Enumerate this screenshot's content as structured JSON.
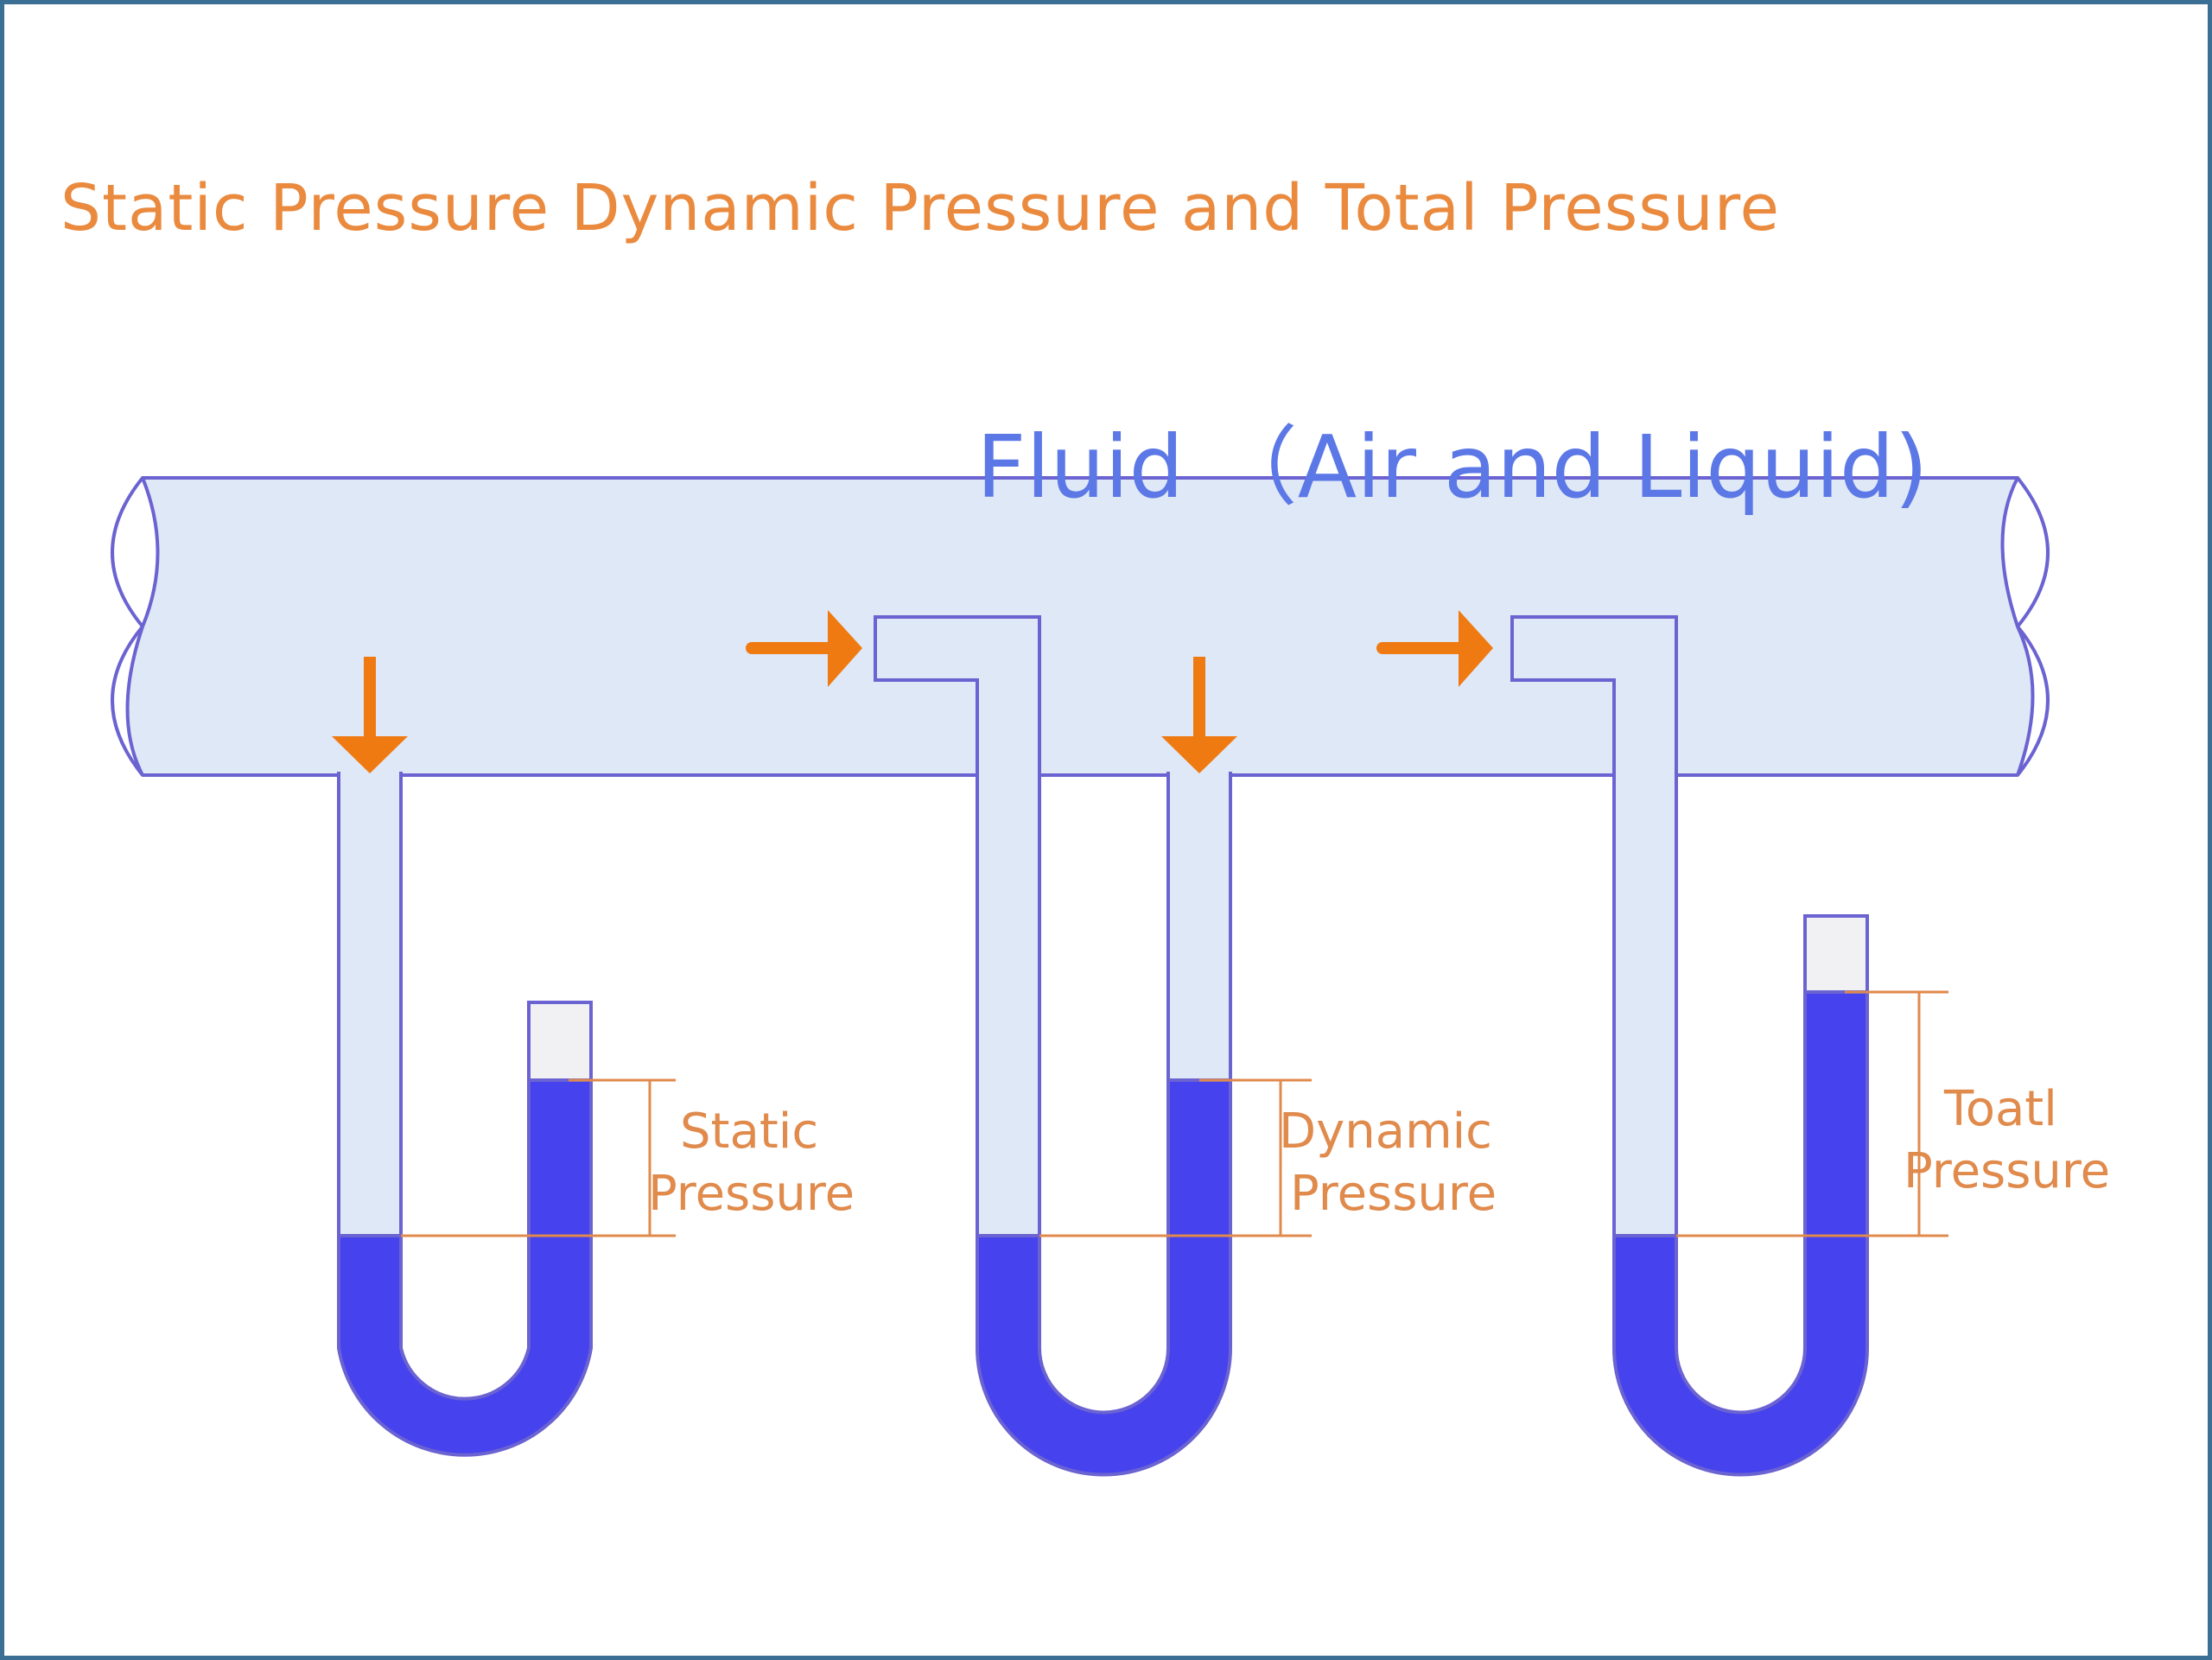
{
  "title": "Static Pressure Dynamic Pressure and Total Pressure",
  "pipe_label": "Fluid （Air and Liquid)",
  "manometers": [
    {
      "label_line1": "Static",
      "label_line2": "Pressure",
      "probe": "side-opening"
    },
    {
      "label_line1": "Dynamic",
      "label_line2": "Pressure",
      "probe": "pitot-and-side"
    },
    {
      "label_line1": "Toatl",
      "label_line2": "Pressure",
      "probe": "pitot"
    }
  ],
  "colors": {
    "title": "#ea8a3e",
    "pipe_fill": "#dfe8f6",
    "pipe_outline": "#6b63d1",
    "manometer_liquid": "#4542ee",
    "arrow": "#f07a12",
    "dimension_line": "#e08a4c",
    "pipe_label": "#5b78e6",
    "frame_border": "#3b6f93"
  },
  "icons": [
    "down-arrow-icon",
    "right-arrow-icon"
  ]
}
